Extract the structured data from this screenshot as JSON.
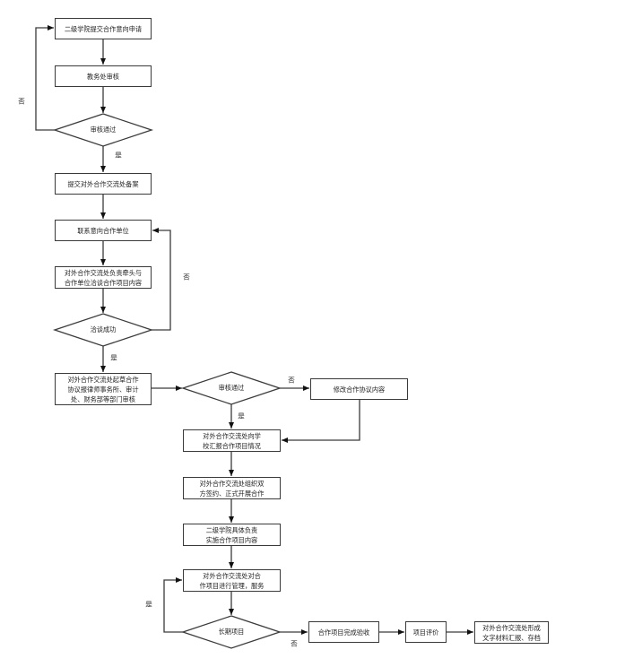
{
  "flowchart": {
    "nodes": {
      "submit_application": "二级学院提交合作意向申请",
      "academic_review": "教务处审核",
      "review_passed_1": "审核通过",
      "file_record": "提交对外合作交流处备案",
      "contact_partner": "联系意向合作单位",
      "negotiate_content": "对外合作交流处负责牵头与合作单位洽谈合作项目内容",
      "negotiation_success": "洽谈成功",
      "draft_agreement": "对外合作交流处起草合作协议报律师事务所、审计处、财务部等部门审核",
      "review_passed_2": "审核通过",
      "revise_agreement": "修改合作协议内容",
      "report_to_school": "对外合作交流处向学校汇报合作项目情况",
      "sign_agreement": "对外合作交流处组织双方签约、正式开展合作",
      "implement_project": "二级学院具体负责实施合作项目内容",
      "manage_project": "对外合作交流处对合作项目进行管理，服务",
      "long_term_project": "长期项目",
      "project_acceptance": "合作项目完成验收",
      "project_evaluation": "项目评价",
      "report_archive": "对外合作交流处形成文字材料汇报、存档"
    },
    "node_lines": {
      "negotiate_content": [
        "对外合作交流处负责牵头与",
        "合作单位洽谈合作项目内容"
      ],
      "draft_agreement": [
        "对外合作交流处起草合作",
        "协议报律师事务所、审计",
        "处、财务部等部门审核"
      ],
      "report_to_school": [
        "对外合作交流处向学",
        "校汇报合作项目情况"
      ],
      "sign_agreement": [
        "对外合作交流处组织双",
        "方签约、正式开展合作"
      ],
      "implement_project": [
        "二级学院具体负责",
        "实施合作项目内容"
      ],
      "manage_project": [
        "对外合作交流处对合",
        "作项目进行管理，服务"
      ],
      "report_archive": [
        "对外合作交流处形成",
        "文字材料汇报、存档"
      ]
    },
    "edge_labels": {
      "no": "否",
      "yes": "是"
    },
    "edges": [
      {
        "from": "submit_application",
        "to": "academic_review"
      },
      {
        "from": "academic_review",
        "to": "review_passed_1"
      },
      {
        "from": "review_passed_1",
        "to": "file_record",
        "label": "是"
      },
      {
        "from": "review_passed_1",
        "to": "submit_application",
        "label": "否"
      },
      {
        "from": "file_record",
        "to": "contact_partner"
      },
      {
        "from": "contact_partner",
        "to": "negotiate_content"
      },
      {
        "from": "negotiate_content",
        "to": "negotiation_success"
      },
      {
        "from": "negotiation_success",
        "to": "draft_agreement",
        "label": "是"
      },
      {
        "from": "negotiation_success",
        "to": "contact_partner",
        "label": "否"
      },
      {
        "from": "draft_agreement",
        "to": "review_passed_2"
      },
      {
        "from": "review_passed_2",
        "to": "report_to_school",
        "label": "是"
      },
      {
        "from": "review_passed_2",
        "to": "revise_agreement",
        "label": "否"
      },
      {
        "from": "revise_agreement",
        "to": "report_to_school"
      },
      {
        "from": "report_to_school",
        "to": "sign_agreement"
      },
      {
        "from": "sign_agreement",
        "to": "implement_project"
      },
      {
        "from": "implement_project",
        "to": "manage_project"
      },
      {
        "from": "manage_project",
        "to": "long_term_project"
      },
      {
        "from": "long_term_project",
        "to": "manage_project",
        "label": "是"
      },
      {
        "from": "long_term_project",
        "to": "project_acceptance",
        "label": "否"
      },
      {
        "from": "project_acceptance",
        "to": "project_evaluation"
      },
      {
        "from": "project_evaluation",
        "to": "report_archive"
      }
    ]
  }
}
